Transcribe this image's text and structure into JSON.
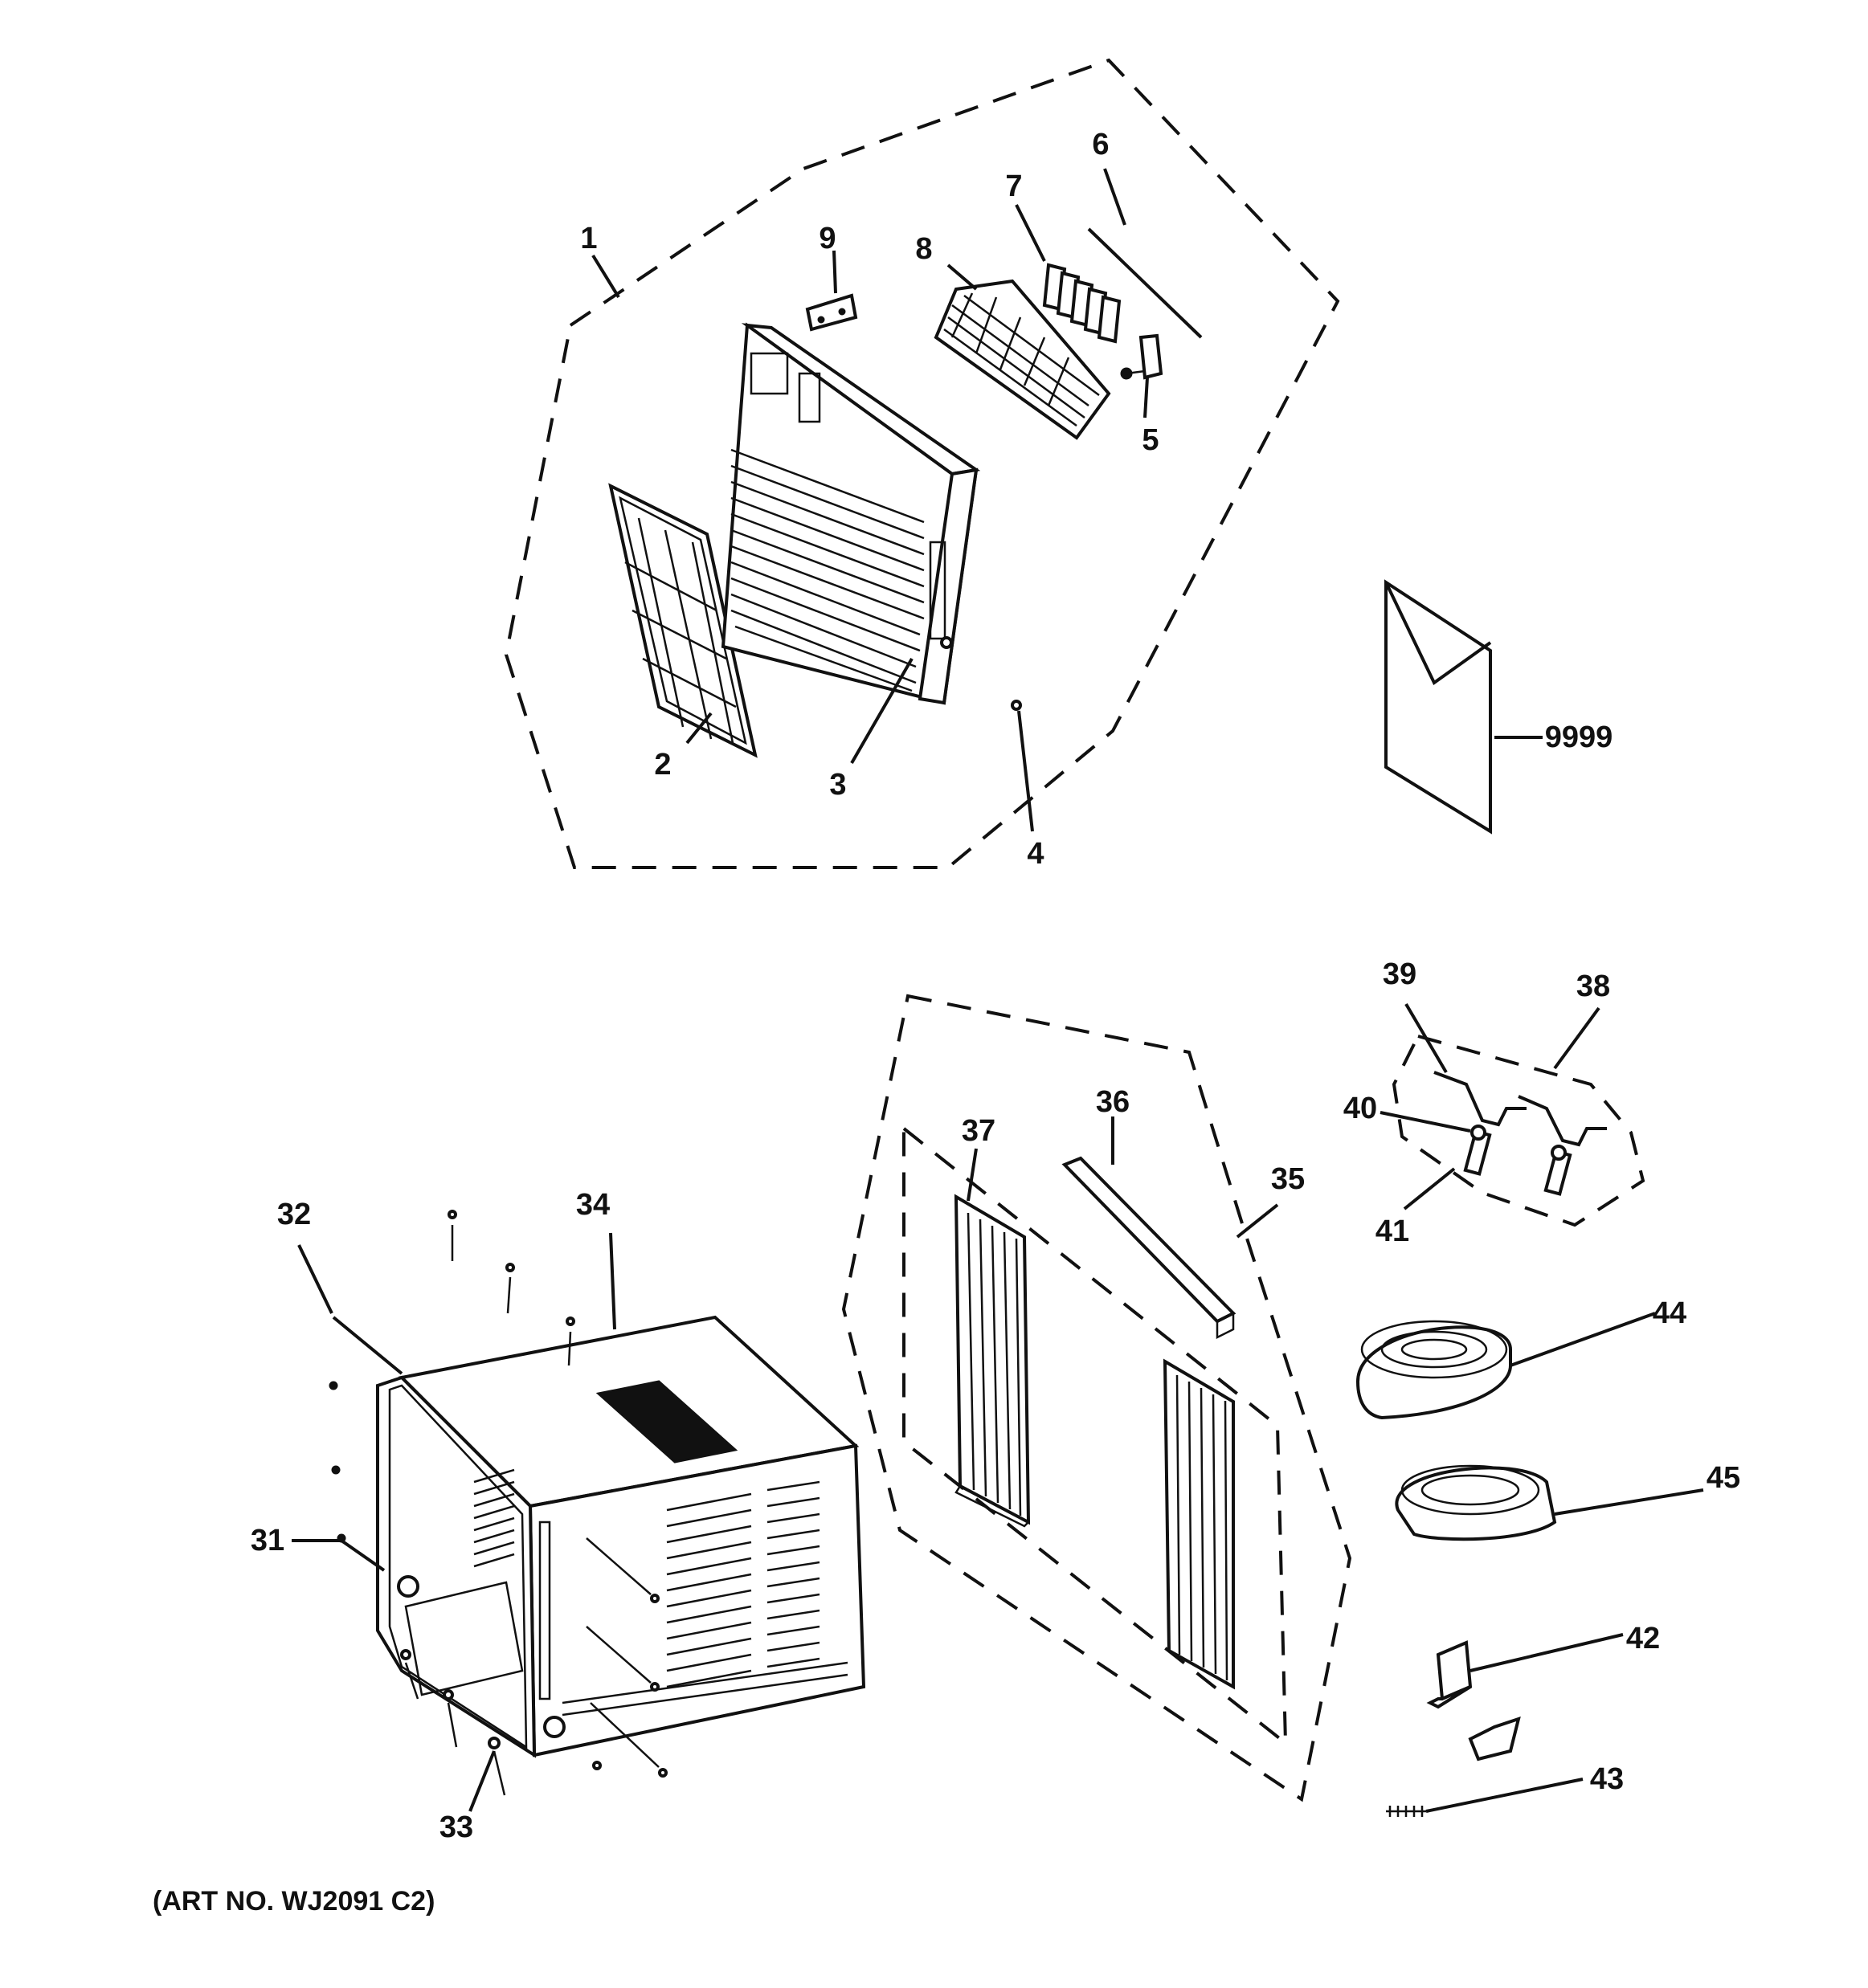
{
  "callouts": {
    "c1": "1",
    "c2": "2",
    "c3": "3",
    "c4": "4",
    "c5": "5",
    "c6": "6",
    "c7": "7",
    "c8": "8",
    "c9": "9",
    "c9999": "9999",
    "c31": "31",
    "c32": "32",
    "c33": "33",
    "c34": "34",
    "c35": "35",
    "c36": "36",
    "c37": "37",
    "c38": "38",
    "c39": "39",
    "c40": "40",
    "c41": "41",
    "c42": "42",
    "c43": "43",
    "c44": "44",
    "c45": "45"
  },
  "footer": {
    "art_no": "(ART NO. WJ2091 C2)"
  }
}
